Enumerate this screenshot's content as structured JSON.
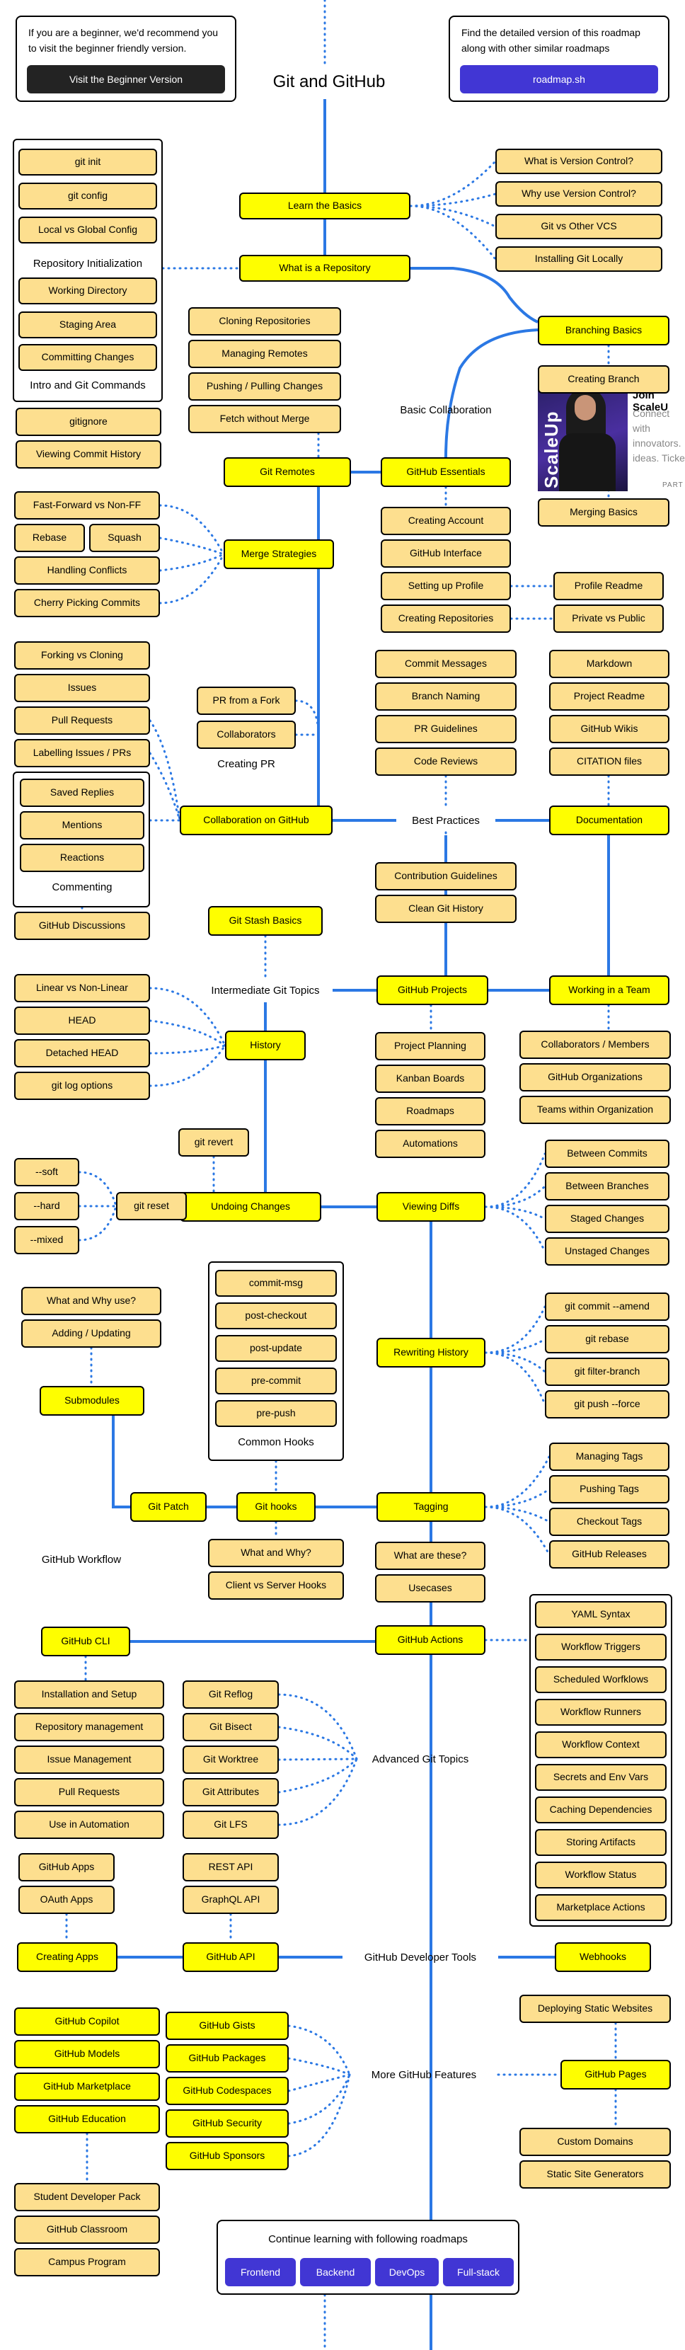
{
  "title": "Git and GitHub",
  "beginner_card": {
    "text": "If you are a beginner, we'd recommend you to visit the beginner friendly version.",
    "button": "Visit the Beginner Version"
  },
  "roadmap_card": {
    "text": "Find the detailed version of this roadmap along with other similar roadmaps",
    "button": "roadmap.sh"
  },
  "ad": {
    "title": "Join ScaleU",
    "text": "Connect with innovators. ideas. Ticke",
    "image_text": "ScaleUp",
    "tag": "PART"
  },
  "sections": {
    "learn_basics": "Learn the Basics",
    "what_is_repo": "What is a Repository",
    "branching_basics": "Branching Basics",
    "basic_collab": "Basic Collaboration",
    "git_remotes": "Git Remotes",
    "github_essentials": "GitHub Essentials",
    "merge_strategies": "Merge Strategies",
    "collab_github": "Collaboration on GitHub",
    "best_practices": "Best Practices",
    "documentation": "Documentation",
    "git_stash": "Git Stash Basics",
    "intermediate": "Intermediate Git Topics",
    "history": "History",
    "github_projects": "GitHub Projects",
    "working_team": "Working in a Team",
    "undoing": "Undoing Changes",
    "viewing_diffs": "Viewing Diffs",
    "rewriting": "Rewriting History",
    "submodules": "Submodules",
    "git_patch": "Git Patch",
    "git_hooks": "Git hooks",
    "tagging": "Tagging",
    "github_workflow": "GitHub Workflow",
    "github_cli": "GitHub CLI",
    "github_actions": "GitHub Actions",
    "advanced": "Advanced Git Topics",
    "creating_apps": "Creating Apps",
    "github_api": "GitHub API",
    "dev_tools": "GitHub Developer Tools",
    "webhooks": "Webhooks",
    "more_features": "More GitHub Features",
    "github_pages": "GitHub Pages"
  },
  "basics_items": [
    "What is Version Control?",
    "Why use Version Control?",
    "Git vs Other VCS",
    "Installing Git Locally"
  ],
  "repo_items": [
    "git init",
    "git config",
    "Local vs Global Config",
    "Repository Initialization",
    "Working Directory",
    "Staging Area",
    "Committing Changes",
    "Intro and Git Commands"
  ],
  "misc_left": [
    "gitignore",
    "Viewing Commit History"
  ],
  "remote_items": [
    "Cloning Repositories",
    "Managing Remotes",
    "Pushing / Pulling Changes",
    "Fetch without Merge"
  ],
  "branch_items": [
    "Creating Branch",
    "Merging Basics"
  ],
  "essentials_items": [
    "Creating Account",
    "GitHub Interface",
    "Setting up Profile",
    "Creating Repositories"
  ],
  "profile_items": [
    "Profile Readme",
    "Private vs Public"
  ],
  "merge_items": [
    "Fast-Forward vs Non-FF",
    "Rebase",
    "Squash",
    "Handling Conflicts",
    "Cherry Picking Commits"
  ],
  "collab_items": [
    "Forking vs Cloning",
    "Issues",
    "Pull Requests",
    "Labelling Issues / PRs"
  ],
  "pr_items": [
    "PR from a Fork",
    "Collaborators",
    "Creating PR"
  ],
  "commenting_items": [
    "Saved Replies",
    "Mentions",
    "Reactions",
    "Commenting"
  ],
  "discussions": "GitHub Discussions",
  "practice_items": [
    "Commit Messages",
    "Branch Naming",
    "PR Guidelines",
    "Code Reviews",
    "Contribution Guidelines",
    "Clean Git History"
  ],
  "doc_items": [
    "Markdown",
    "Project Readme",
    "GitHub Wikis",
    "CITATION files"
  ],
  "history_items": [
    "Linear vs Non-Linear",
    "HEAD",
    "Detached HEAD",
    "git log options"
  ],
  "project_items": [
    "Project Planning",
    "Kanban Boards",
    "Roadmaps",
    "Automations"
  ],
  "team_items": [
    "Collaborators / Members",
    "GitHub Organizations",
    "Teams within Organization"
  ],
  "undo_items": [
    "git revert",
    "git reset",
    "--soft",
    "--hard",
    "--mixed"
  ],
  "diff_items": [
    "Between Commits",
    "Between Branches",
    "Staged Changes",
    "Unstaged Changes"
  ],
  "rewrite_items": [
    "git commit --amend",
    "git rebase",
    "git filter-branch",
    "git push --force"
  ],
  "submodule_items": [
    "What and Why use?",
    "Adding / Updating"
  ],
  "hook_items": [
    "commit-msg",
    "post-checkout",
    "post-update",
    "pre-commit",
    "pre-push",
    "Common Hooks"
  ],
  "hook_more": [
    "What and Why?",
    "Client vs Server Hooks"
  ],
  "tag_items": [
    "Managing Tags",
    "Pushing Tags",
    "Checkout Tags",
    "GitHub Releases"
  ],
  "actions_pre": [
    "What are these?",
    "Usecases"
  ],
  "actions_items": [
    "YAML Syntax",
    "Workflow Triggers",
    "Scheduled Worfklows",
    "Workflow Runners",
    "Workflow Context",
    "Secrets and Env Vars",
    "Caching Dependencies",
    "Storing Artifacts",
    "Workflow Status",
    "Marketplace Actions"
  ],
  "cli_items": [
    "Installation and Setup",
    "Repository management",
    "Issue Management",
    "Pull Requests",
    "Use in Automation"
  ],
  "advanced_items": [
    "Git Reflog",
    "Git Bisect",
    "Git Worktree",
    "Git Attributes",
    "Git LFS"
  ],
  "apps_items": [
    "GitHub Apps",
    "OAuth Apps"
  ],
  "api_items": [
    "REST API",
    "GraphQL API"
  ],
  "features_left": [
    "GitHub Copilot",
    "GitHub Models",
    "GitHub Marketplace",
    "GitHub Education"
  ],
  "features_mid": [
    "GitHub Gists",
    "GitHub Packages",
    "GitHub Codespaces",
    "GitHub Security",
    "GitHub Sponsors"
  ],
  "education_items": [
    "Student Developer Pack",
    "GitHub Classroom",
    "Campus Program"
  ],
  "pages_items": [
    "Deploying Static Websites",
    "Custom Domains",
    "Static Site Generators"
  ],
  "continue": {
    "text": "Continue learning with following roadmaps",
    "buttons": [
      "Frontend",
      "Backend",
      "DevOps",
      "Full-stack"
    ]
  },
  "colors": {
    "topic": "#fefe00",
    "subtopic": "#fddf8f",
    "line": "#2b78e4",
    "dark_button": "#232323",
    "accent_button": "#4136d4"
  }
}
